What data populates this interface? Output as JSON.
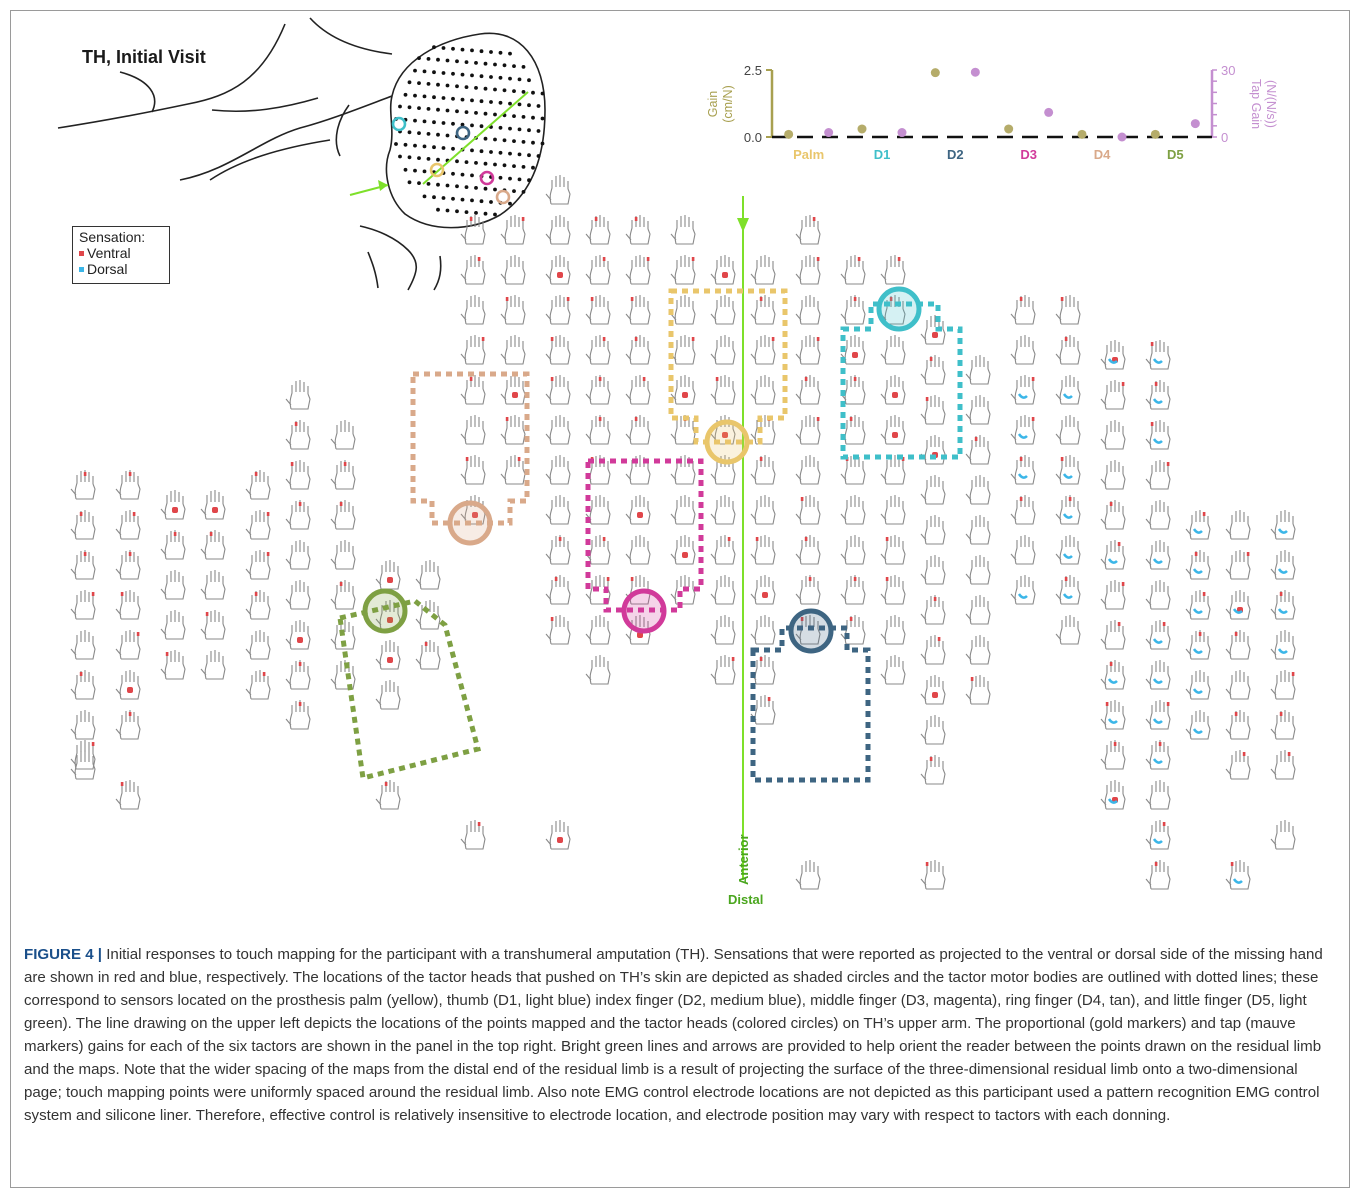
{
  "figure": {
    "panel_title": "TH, Initial Visit",
    "legend": {
      "title": "Sensation:",
      "items": [
        {
          "label": "Ventral",
          "color": "#e0464a"
        },
        {
          "label": "Dorsal",
          "color": "#3bb6e8"
        }
      ]
    },
    "orientation": {
      "vertical_label": "Anterior",
      "bottom_label": "Distal",
      "line_color": "#7ee02a"
    },
    "tactors": [
      {
        "name": "Palm",
        "color": "#e9c66b"
      },
      {
        "name": "D1",
        "color": "#3fbfc9"
      },
      {
        "name": "D2",
        "color": "#3e6582"
      },
      {
        "name": "D3",
        "color": "#d13a9a"
      },
      {
        "name": "D4",
        "color": "#d9a98a"
      },
      {
        "name": "D5",
        "color": "#7ea043"
      }
    ],
    "caption": {
      "label": "FIGURE 4 |",
      "text": "Initial responses to touch mapping for the participant with a transhumeral amputation (TH). Sensations that were reported as projected to the ventral or dorsal side of the missing hand are shown in red and blue, respectively. The locations of the tactor heads that pushed on TH’s skin are depicted as shaded circles and the tactor motor bodies are outlined with dotted lines; these correspond to sensors located on the prosthesis palm (yellow), thumb (D1, light blue) index finger (D2, medium blue), middle finger (D3, magenta), ring finger (D4, tan), and little finger (D5, light green). The line drawing on the upper left depicts the locations of the points mapped and the tactor heads (colored circles) on TH’s upper arm. The proportional (gold markers) and tap (mauve markers) gains for each of the six tactors are shown in the panel in the top right. Bright green lines and arrows are provided to help orient the reader between the points drawn on the residual limb and the maps. Note that the wider spacing of the maps from the distal end of the residual limb is a result of projecting the surface of the three-dimensional residual limb onto a two-dimensional page; touch mapping points were uniformly spaced around the residual limb. Also note EMG control electrode locations are not depicted as this participant used a pattern recognition EMG control system and silicone liner. Therefore, effective control is relatively insensitive to electrode location, and electrode position may vary with respect to tactors with each donning."
    }
  },
  "chart_data": {
    "type": "scatter",
    "categories": [
      "Palm",
      "D1",
      "D2",
      "D3",
      "D4",
      "D5"
    ],
    "category_colors": [
      "#e9c66b",
      "#3fbfc9",
      "#3e6582",
      "#d13a9a",
      "#d9a98a",
      "#7ea043"
    ],
    "series": [
      {
        "name": "Gain (cm/N)",
        "axis": "left",
        "color": "#b5ac6a",
        "values": [
          0.1,
          0.3,
          2.4,
          0.3,
          0.1,
          0.1
        ]
      },
      {
        "name": "Tap Gain (N/(N/s))",
        "axis": "right",
        "color": "#c48fd0",
        "values": [
          2,
          2,
          29,
          11,
          0,
          6
        ]
      }
    ],
    "ylabel_left": "Gain\n(cm/N)",
    "ylabel_right": "Tap Gain\n(N/(N/s))",
    "ylim_left": [
      0,
      2.5
    ],
    "yticks_left": [
      "0.0",
      "2.5"
    ],
    "ylim_right": [
      0,
      30
    ],
    "yticks_right": [
      "0",
      "30"
    ],
    "left_axis_color": "#a8a050",
    "right_axis_color": "#c48fd0"
  }
}
